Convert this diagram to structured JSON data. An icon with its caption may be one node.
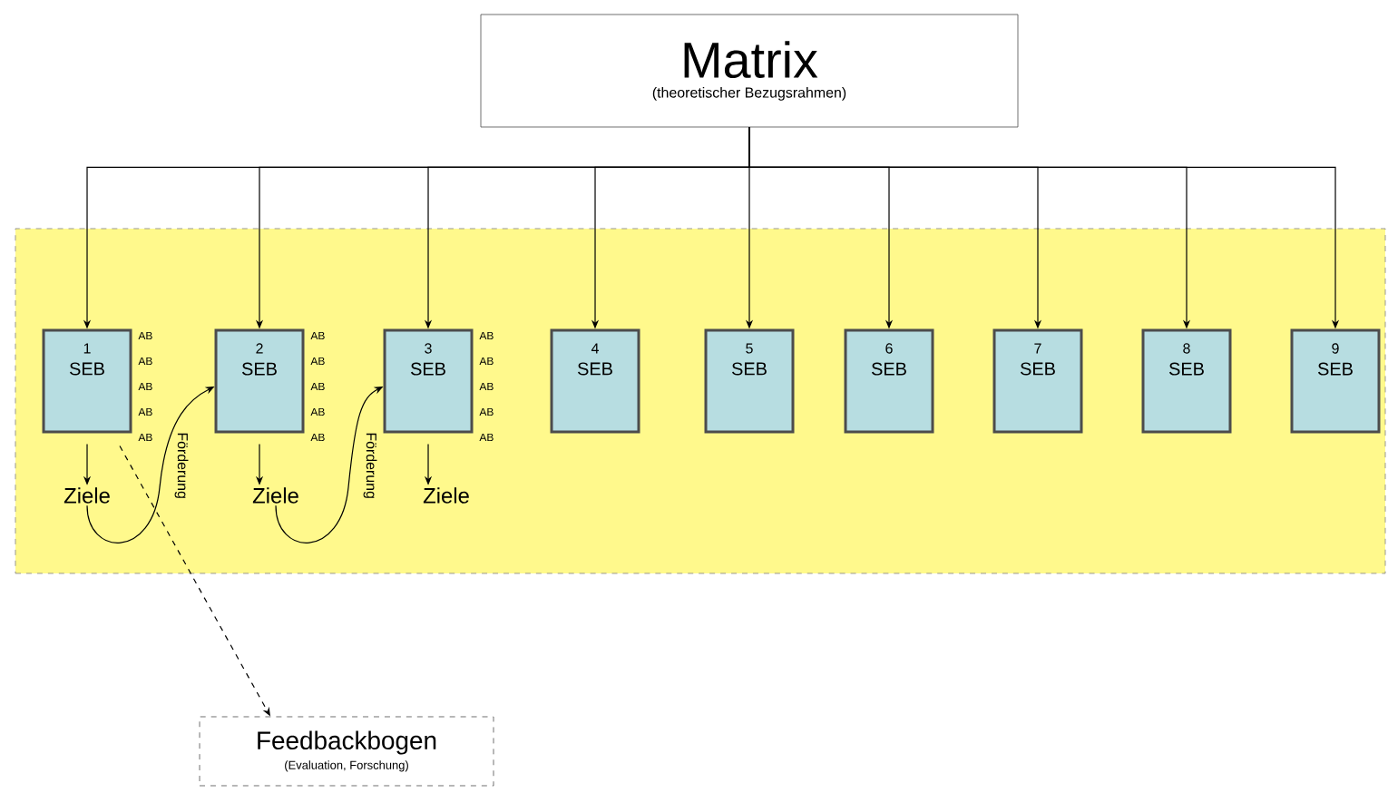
{
  "diagram": {
    "nodes": [
      {
        "text": [
          "Matrix",
          "(theoretischer Bezugsrahmen)"
        ]
      },
      {
        "text": [],
        "shape": "box"
      },
      {
        "text": [
          "1",
          "SEB"
        ],
        "in": 1,
        "beside": [
          "AB",
          "AB",
          "AB",
          "AB",
          "AB"
        ]
      },
      {
        "text": [
          "2",
          "SEB"
        ],
        "in": 1,
        "beside": [
          "AB",
          "AB",
          "AB",
          "AB",
          "AB"
        ]
      },
      {
        "text": [
          "3",
          "SEB"
        ],
        "in": 1,
        "beside": [
          "AB",
          "AB",
          "AB",
          "AB",
          "AB"
        ]
      },
      {
        "text": [
          "4",
          "SEB"
        ],
        "in": 1
      },
      {
        "text": [
          "5",
          "SEB"
        ],
        "in": 1
      },
      {
        "text": [
          "6",
          "SEB"
        ],
        "in": 1
      },
      {
        "text": [
          "7",
          "SEB"
        ],
        "in": 1
      },
      {
        "text": [
          "8",
          "SEB"
        ],
        "in": 1
      },
      {
        "text": [
          "9",
          "SEB"
        ],
        "in": 1
      },
      {
        "text": [
          "Ziele"
        ],
        "in": 1
      },
      {
        "text": [
          "Ziele"
        ],
        "in": 1
      },
      {
        "text": [
          "Ziele"
        ],
        "in": 1
      },
      {
        "text": [
          "Feedbackbogen",
          "(Evaluation, Forschung)"
        ]
      }
    ],
    "edges": [
      {
        "from": 0,
        "to": 2,
        "arrow": "to"
      },
      {
        "from": 0,
        "to": 3,
        "arrow": "to"
      },
      {
        "from": 0,
        "to": 4,
        "arrow": "to"
      },
      {
        "from": 0,
        "to": 5,
        "arrow": "to"
      },
      {
        "from": 0,
        "to": 6,
        "arrow": "to"
      },
      {
        "from": 0,
        "to": 7,
        "arrow": "to"
      },
      {
        "from": 0,
        "to": 8,
        "arrow": "to"
      },
      {
        "from": 0,
        "to": 9,
        "arrow": "to"
      },
      {
        "from": 0,
        "to": 10,
        "arrow": "to"
      },
      {
        "from": 2,
        "to": 11,
        "arrow": "to"
      },
      {
        "from": 3,
        "to": 12,
        "arrow": "to"
      },
      {
        "from": 4,
        "to": 13,
        "arrow": "to"
      },
      {
        "from": 11,
        "to": 3,
        "arrow": "to",
        "label": "Förderung"
      },
      {
        "from": 12,
        "to": 4,
        "arrow": "to",
        "label": "Förderung"
      },
      {
        "from": 2,
        "to": 14,
        "arrow": "to",
        "style": "dashed"
      }
    ]
  }
}
